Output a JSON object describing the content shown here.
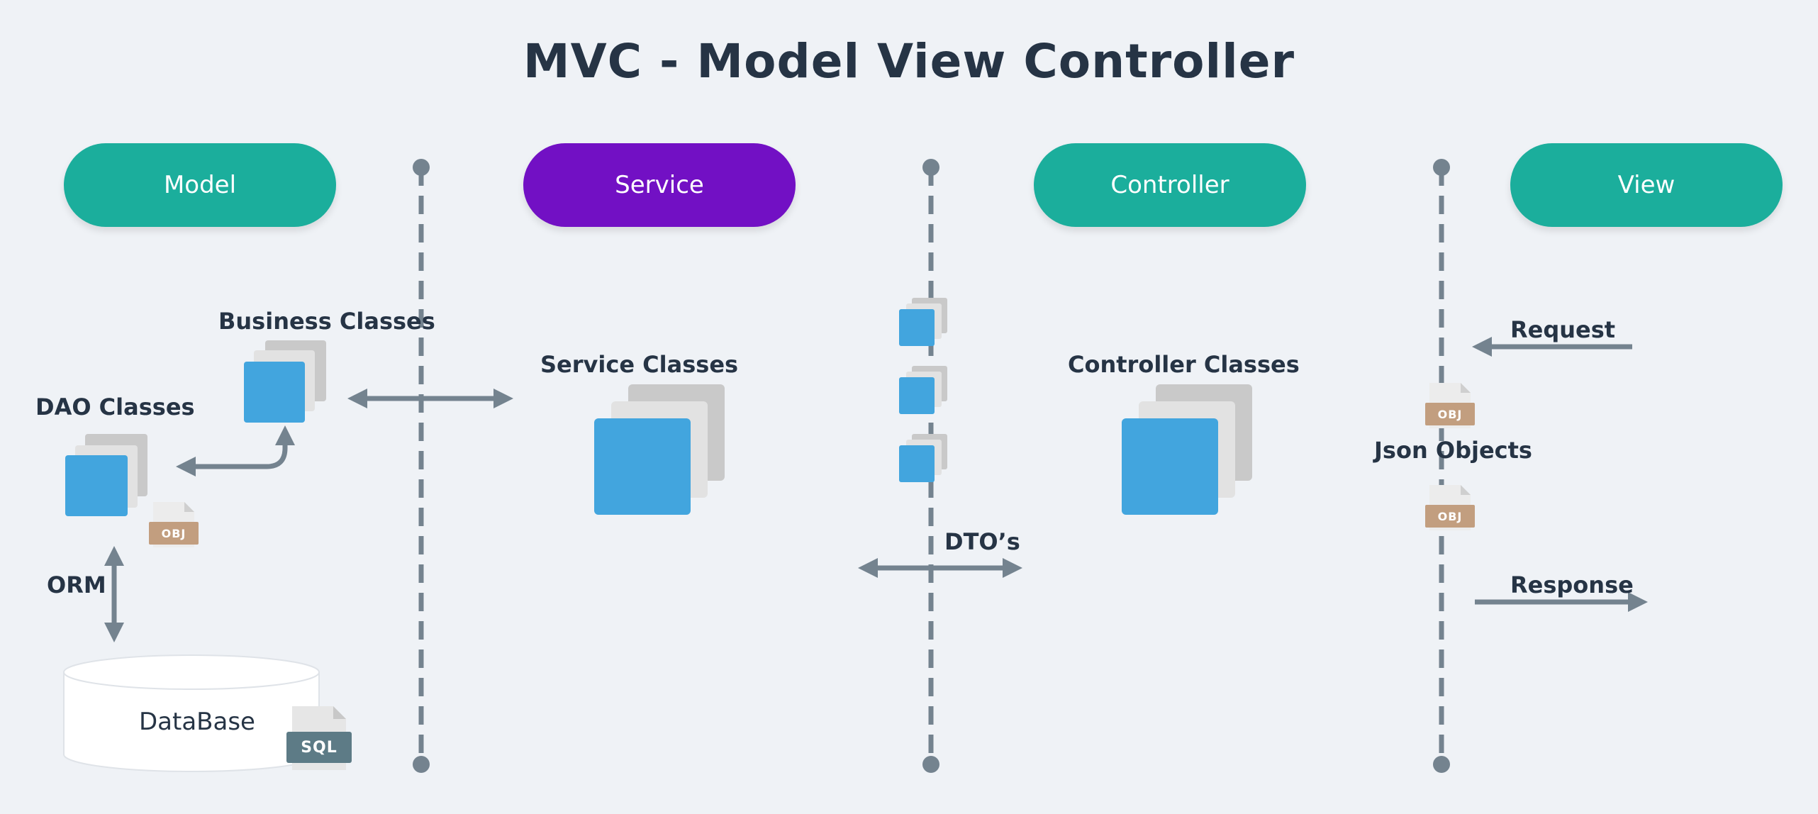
{
  "title": "MVC - Model View Controller",
  "colors": {
    "background": "#eff2f6",
    "teal": "#1bae9c",
    "purple": "#7210c4",
    "class_blue": "#42a5de",
    "stack_gray": "#c9c9c9",
    "stack_light": "#e2e2e2",
    "arrow": "#74838f",
    "text": "#263445",
    "obj_badge": "#c29e7f",
    "sql_badge": "#5d7b86"
  },
  "layers": [
    {
      "label": "Model",
      "color": "teal"
    },
    {
      "label": "Service",
      "color": "purple"
    },
    {
      "label": "Controller",
      "color": "teal"
    },
    {
      "label": "View",
      "color": "teal"
    }
  ],
  "labels": {
    "business_classes": "Business Classes",
    "dao_classes": "DAO Classes",
    "orm": "ORM",
    "database": "DataBase",
    "service_classes": "Service Classes",
    "controller_classes": "Controller Classes",
    "dtos": "DTO’s",
    "request": "Request",
    "json_objects": "Json Objects",
    "response": "Response"
  },
  "badges": {
    "obj": "OBJ",
    "sql": "SQL"
  }
}
